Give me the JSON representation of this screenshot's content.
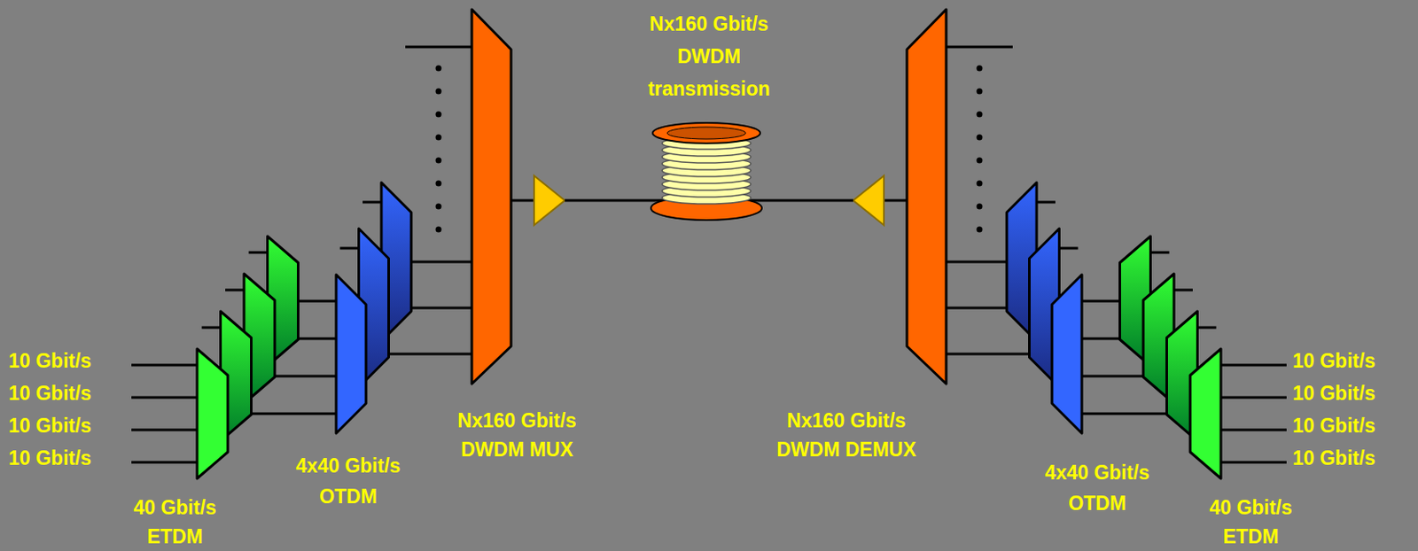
{
  "diagram": {
    "labels": [
      "Nx160 Gbit/s DWDM transmission",
      "10 Gbit/s",
      "10 Gbit/s",
      "10 Gbit/s",
      "10 Gbit/s",
      "10 Gbit/s",
      "10 Gbit/s",
      "10 Gbit/s",
      "10 Gbit/s",
      "40 Gbit/s ETDM",
      "4x40 Gbit/s OTDM",
      "Nx160 Gbit/s DWDM MUX",
      "Nx160 Gbit/s DWDM DEMUX",
      "4x40 Gbit/s OTDM",
      "40 Gbit/s ETDM"
    ]
  }
}
